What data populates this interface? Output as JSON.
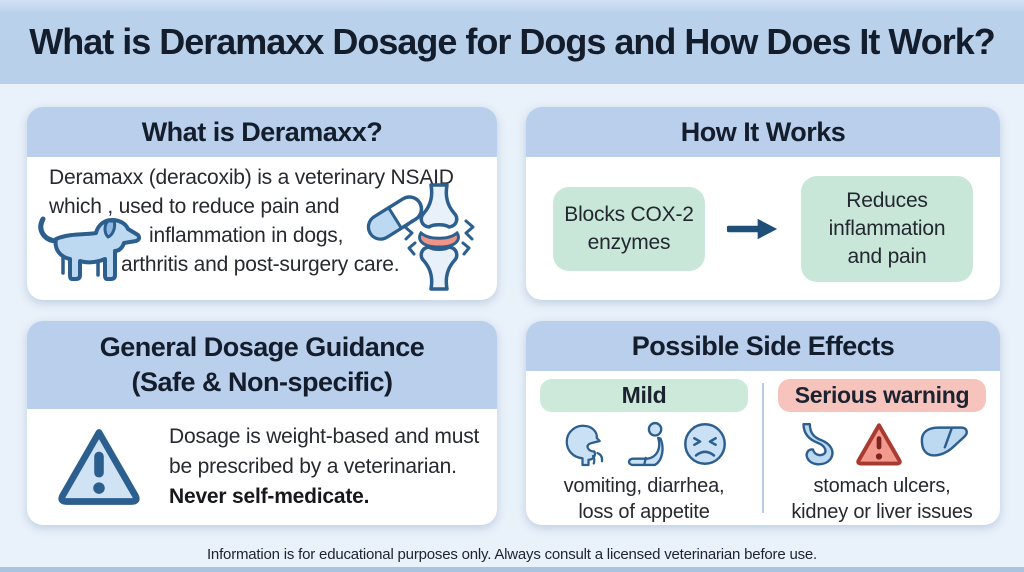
{
  "header": {
    "title": "What is Deramaxx Dosage for Dogs and How Does It Work?"
  },
  "panels": {
    "what_is": {
      "title": "What is Deramaxx?",
      "lines": [
        "Deramaxx (deracoxib) is a veterinary NSAID",
        "which , used to reduce pain and",
        "inflammation in dogs,",
        "arthritis and post-surgery care."
      ],
      "icons": [
        "dog-icon",
        "pill-capsule-icon",
        "inflamed-joint-icon"
      ]
    },
    "how_it_works": {
      "title": "How It Works",
      "step1": "Blocks COX-2 enzymes",
      "step2": "Reduces inflammation and pain",
      "icons": [
        "arrow-right-icon"
      ]
    },
    "dosage": {
      "title_line1": "General Dosage Guidance",
      "title_line2": "(Safe & Non-specific)",
      "line1": "Dosage is weight-based and must",
      "line2": "be prescribed by a veterinarian.",
      "bold_line": "Never self-medicate.",
      "icons": [
        "warning-triangle-icon"
      ]
    },
    "side_effects": {
      "title": "Possible Side Effects",
      "mild": {
        "label": "Mild",
        "line1": "vomiting, diarrhea,",
        "line2": "loss of appetite",
        "icons": [
          "vomiting-person-icon",
          "crouching-person-icon",
          "nausea-face-icon"
        ]
      },
      "serious": {
        "label": "Serious warning",
        "line1": "stomach ulcers,",
        "line2": "kidney or liver issues",
        "icons": [
          "stomach-icon",
          "alert-triangle-icon",
          "liver-icon"
        ]
      }
    }
  },
  "footer": {
    "text": "Information is for educational purposes only. Always consult a licensed veterinarian before use."
  },
  "colors": {
    "page_bg": "#e9f1fa",
    "banner_bg": "#b8d0ea",
    "panel_header_bg": "#b9cfec",
    "panel_body_bg": "#ffffff",
    "step_box_bg": "#c8e7d8",
    "mild_badge_bg": "#cde9da",
    "serious_badge_bg": "#f7c3bd",
    "icon_stroke": "#2d5f8e",
    "icon_fill": "#bdd9f2",
    "inflammation_red": "#ef9486",
    "alert_red_fill": "#f29a8e",
    "alert_red_stroke": "#a83a32",
    "arrow_color": "#1f4e79",
    "title_text": "#141d2c"
  }
}
